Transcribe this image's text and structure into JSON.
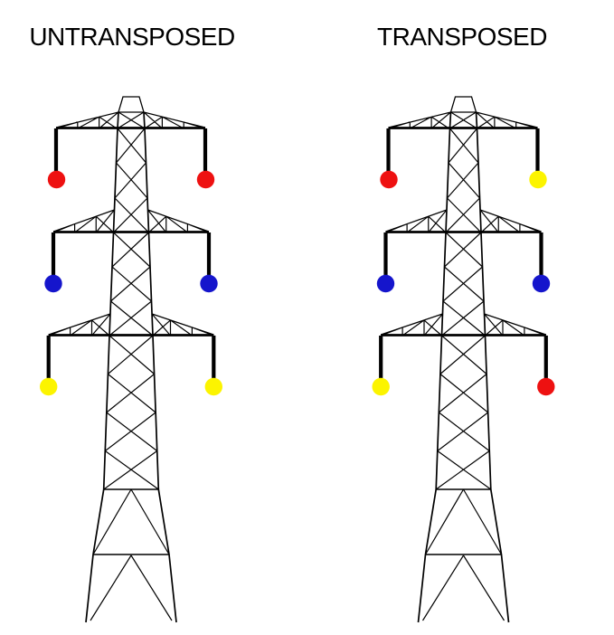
{
  "figure": {
    "background_color": "#ffffff",
    "line_color": "#000000",
    "description": "Comparison of conductor phase arrangement on two identical lattice transmission towers"
  },
  "phase_colors": {
    "red": "#ee1111",
    "blue": "#1515cc",
    "yellow": "#fcf400"
  },
  "towers": [
    {
      "id": "untransposed",
      "label": "UNTRANSPOSED",
      "conductors": [
        {
          "level": "top",
          "side": "left",
          "color_name": "red",
          "phase_color": "#ee1111"
        },
        {
          "level": "top",
          "side": "right",
          "color_name": "red",
          "phase_color": "#ee1111"
        },
        {
          "level": "middle",
          "side": "left",
          "color_name": "blue",
          "phase_color": "#1515cc"
        },
        {
          "level": "middle",
          "side": "right",
          "color_name": "blue",
          "phase_color": "#1515cc"
        },
        {
          "level": "bottom",
          "side": "left",
          "color_name": "yellow",
          "phase_color": "#fcf400"
        },
        {
          "level": "bottom",
          "side": "right",
          "color_name": "yellow",
          "phase_color": "#fcf400"
        }
      ]
    },
    {
      "id": "transposed",
      "label": "TRANSPOSED",
      "conductors": [
        {
          "level": "top",
          "side": "left",
          "color_name": "red",
          "phase_color": "#ee1111"
        },
        {
          "level": "top",
          "side": "right",
          "color_name": "yellow",
          "phase_color": "#fcf400"
        },
        {
          "level": "middle",
          "side": "left",
          "color_name": "blue",
          "phase_color": "#1515cc"
        },
        {
          "level": "middle",
          "side": "right",
          "color_name": "blue",
          "phase_color": "#1515cc"
        },
        {
          "level": "bottom",
          "side": "left",
          "color_name": "yellow",
          "phase_color": "#fcf400"
        },
        {
          "level": "bottom",
          "side": "right",
          "color_name": "red",
          "phase_color": "#ee1111"
        }
      ]
    }
  ]
}
